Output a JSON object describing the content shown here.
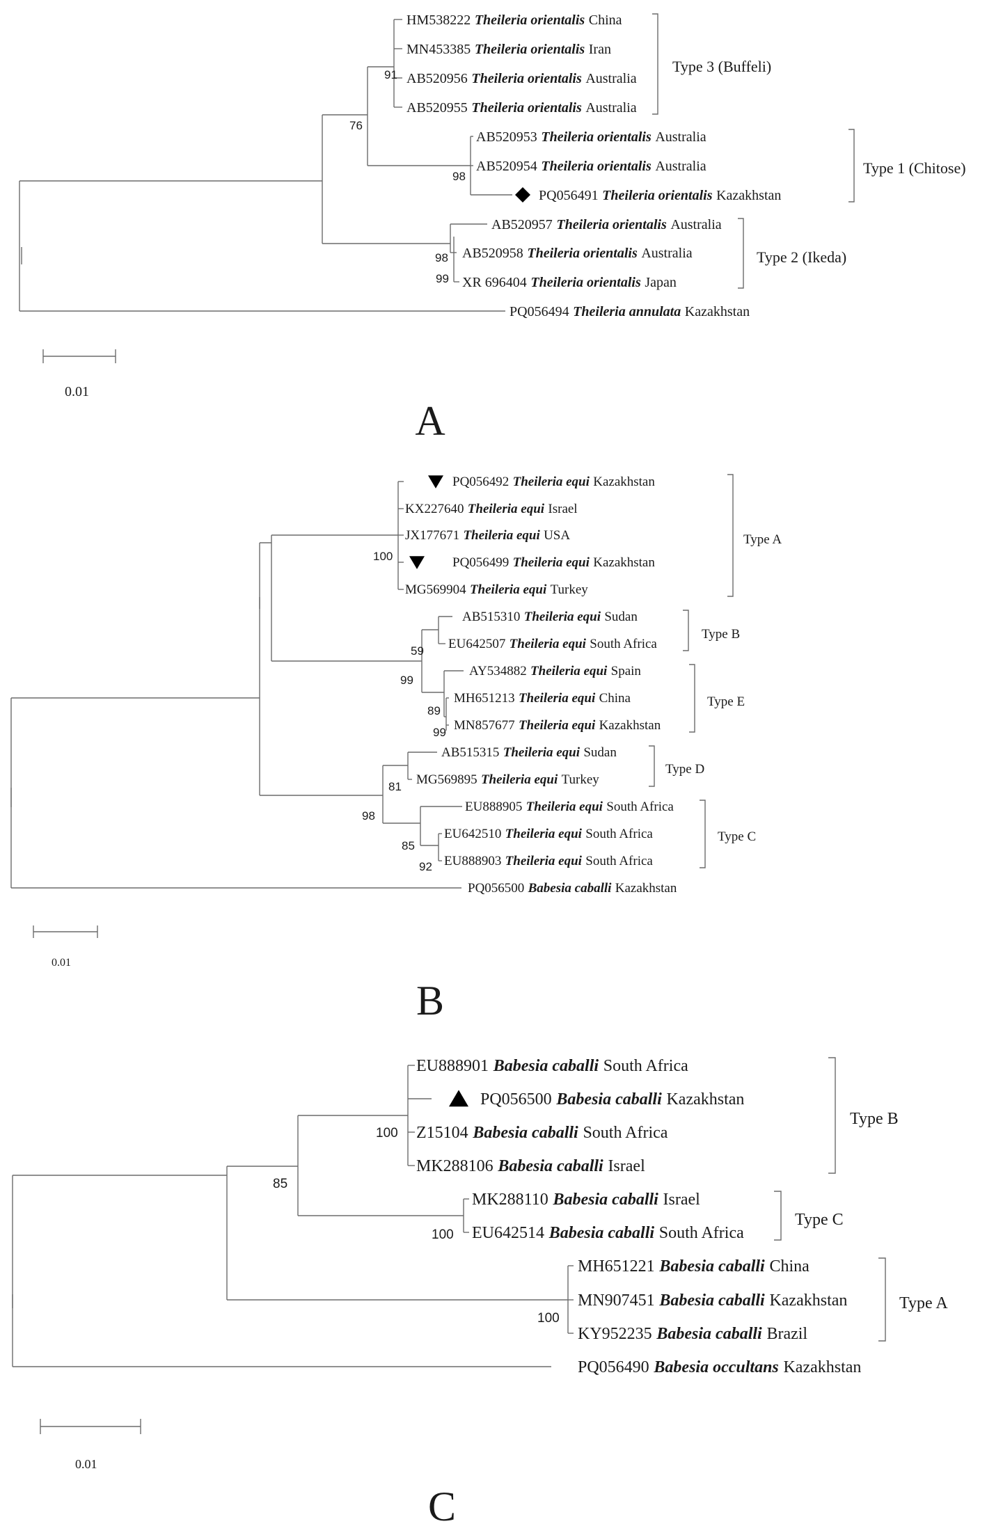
{
  "panels": [
    {
      "letter": "A",
      "scale_label": "0.01",
      "leaves": [
        {
          "accession": "HM538222",
          "species": "Theileria orientalis",
          "country": "China"
        },
        {
          "accession": "MN453385",
          "species": "Theileria orientalis",
          "country": "Iran"
        },
        {
          "accession": "AB520956",
          "species": "Theileria orientalis",
          "country": "Australia"
        },
        {
          "accession": "AB520955",
          "species": "Theileria orientalis",
          "country": "Australia"
        },
        {
          "accession": "AB520953",
          "species": "Theileria orientalis",
          "country": "Australia"
        },
        {
          "accession": "AB520954",
          "species": "Theileria orientalis",
          "country": "Australia"
        },
        {
          "accession": "PQ056491",
          "species": "Theileria orientalis",
          "country": "Kazakhstan",
          "marker": "diamond"
        },
        {
          "accession": "AB520957",
          "species": "Theileria orientalis",
          "country": "Australia"
        },
        {
          "accession": "AB520958",
          "species": "Theileria orientalis",
          "country": "Australia"
        },
        {
          "accession": "XR 696404",
          "species": "Theileria orientalis",
          "country": "Japan"
        },
        {
          "accession": "PQ056494",
          "species": "Theileria annulata",
          "country": "Kazakhstan"
        }
      ],
      "support": [
        "91",
        "76",
        "98",
        "98",
        "99"
      ],
      "groups": [
        "Type 3 (Buffeli)",
        "Type 1 (Chitose)",
        "Type 2 (Ikeda)"
      ]
    },
    {
      "letter": "B",
      "scale_label": "0.01",
      "leaves": [
        {
          "accession": "PQ056492",
          "species": "Theileria equi",
          "country": "Kazakhstan",
          "marker": "triangle-down"
        },
        {
          "accession": "KX227640",
          "species": "Theileria equi",
          "country": "Israel"
        },
        {
          "accession": "JX177671",
          "species": "Theileria equi",
          "country": "USA"
        },
        {
          "accession": "PQ056499",
          "species": "Theileria equi",
          "country": "Kazakhstan",
          "marker": "triangle-down"
        },
        {
          "accession": "MG569904",
          "species": "Theileria equi",
          "country": "Turkey"
        },
        {
          "accession": "AB515310",
          "species": "Theileria equi",
          "country": "Sudan"
        },
        {
          "accession": "EU642507",
          "species": "Theileria equi",
          "country": "South Africa"
        },
        {
          "accession": "AY534882",
          "species": "Theileria equi",
          "country": "Spain"
        },
        {
          "accession": "MH651213",
          "species": "Theileria equi",
          "country": "China"
        },
        {
          "accession": "MN857677",
          "species": "Theileria equi",
          "country": "Kazakhstan"
        },
        {
          "accession": "AB515315",
          "species": "Theileria equi",
          "country": "Sudan"
        },
        {
          "accession": "MG569895",
          "species": "Theileria equi",
          "country": "Turkey"
        },
        {
          "accession": "EU888905",
          "species": "Theileria equi",
          "country": "South Africa"
        },
        {
          "accession": "EU642510",
          "species": "Theileria equi",
          "country": "South Africa"
        },
        {
          "accession": "EU888903",
          "species": "Theileria equi",
          "country": "South Africa"
        },
        {
          "accession": "PQ056500",
          "species": "Babesia caballi",
          "country": "Kazakhstan"
        }
      ],
      "support": [
        "100",
        "59",
        "99",
        "89",
        "99",
        "81",
        "98",
        "85",
        "92"
      ],
      "groups": [
        "Type A",
        "Type B",
        "Type E",
        "Type D",
        "Type C"
      ]
    },
    {
      "letter": "C",
      "scale_label": "0.01",
      "leaves": [
        {
          "accession": "EU888901",
          "species": "Babesia caballi",
          "country": "South Africa"
        },
        {
          "accession": "PQ056500",
          "species": "Babesia caballi",
          "country": "Kazakhstan",
          "marker": "triangle-up"
        },
        {
          "accession": "Z15104",
          "species": "Babesia caballi",
          "country": "South Africa"
        },
        {
          "accession": "MK288106",
          "species": "Babesia caballi",
          "country": "Israel"
        },
        {
          "accession": "MK288110",
          "species": "Babesia caballi",
          "country": "Israel"
        },
        {
          "accession": "EU642514",
          "species": "Babesia caballi",
          "country": "South Africa"
        },
        {
          "accession": "MH651221",
          "species": "Babesia caballi",
          "country": "China"
        },
        {
          "accession": "MN907451",
          "species": "Babesia caballi",
          "country": "Kazakhstan"
        },
        {
          "accession": "KY952235",
          "species": "Babesia caballi",
          "country": "Brazil"
        },
        {
          "accession": "PQ056490",
          "species": "Babesia occultans",
          "country": "Kazakhstan"
        }
      ],
      "support": [
        "100",
        "85",
        "100",
        "100"
      ],
      "groups": [
        "Type B",
        "Type C",
        "Type A"
      ]
    }
  ]
}
